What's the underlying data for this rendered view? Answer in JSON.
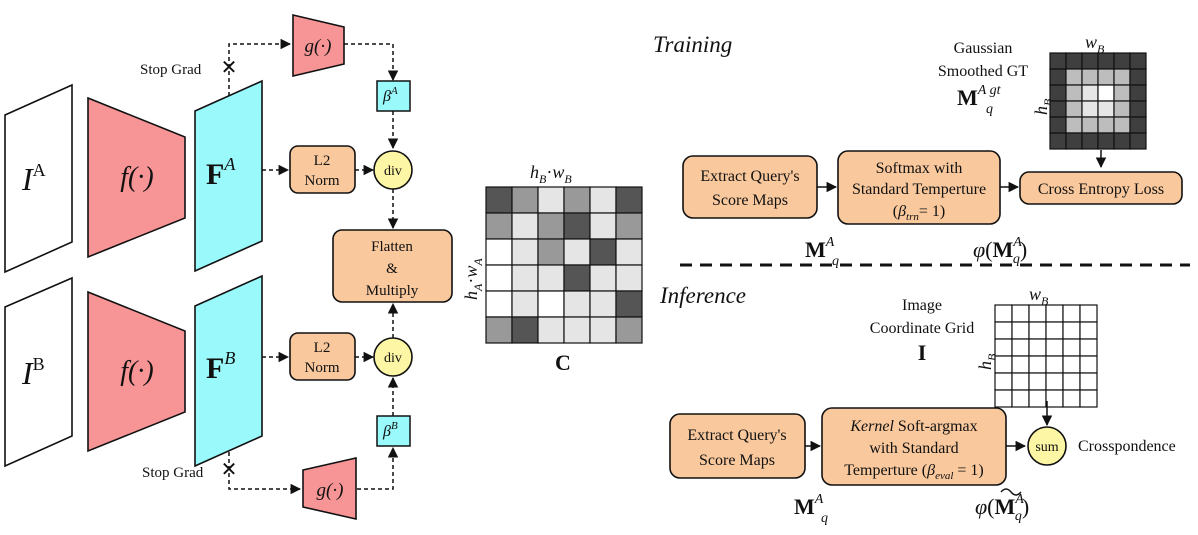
{
  "encoder": {
    "input_a": "I",
    "input_a_sup": "A",
    "input_b": "I",
    "input_b_sup": "B",
    "f_label": "f(·)",
    "feat_a": "F",
    "feat_a_sup": "A",
    "feat_b": "F",
    "feat_b_sup": "B",
    "stop_grad": "Stop Grad",
    "g_label": "g(·)",
    "beta_a": "β",
    "beta_a_sup": "A",
    "beta_b": "β",
    "beta_b_sup": "B",
    "l2_line1": "L2",
    "l2_line2": "Norm",
    "div_label": "div",
    "flatten_line1": "Flatten",
    "flatten_line2": "&",
    "flatten_line3": "Multiply"
  },
  "corr_matrix": {
    "top_label": "h_B · w_B",
    "top_h": "h",
    "top_hsub": "B",
    "top_dot": "·",
    "top_w": "w",
    "top_wsub": "B",
    "side_h": "h",
    "side_hsub": "A",
    "side_dot": "·",
    "side_w": "w",
    "side_wsub": "A",
    "name": "C",
    "colors": {
      "dark": "#555555",
      "mid": "#999999",
      "light": "#e5e5e5",
      "white": "#ffffff"
    },
    "cells": [
      [
        "dark",
        "mid",
        "light",
        "mid",
        "light",
        "dark"
      ],
      [
        "mid",
        "light",
        "mid",
        "dark",
        "light",
        "mid"
      ],
      [
        "white",
        "light",
        "mid",
        "light",
        "dark",
        "light"
      ],
      [
        "white",
        "light",
        "light",
        "dark",
        "light",
        "light"
      ],
      [
        "white",
        "light",
        "white",
        "light",
        "light",
        "dark"
      ],
      [
        "mid",
        "dark",
        "light",
        "light",
        "light",
        "mid"
      ]
    ]
  },
  "training": {
    "title": "Training",
    "gt_line1": "Gaussian",
    "gt_line2": "Smoothed GT",
    "gt_sym": "M",
    "gt_sup": "A gt",
    "gt_sub": "q",
    "grid_top_w": "w",
    "grid_top_wsub": "B",
    "grid_side_h": "h",
    "grid_side_hsub": "B",
    "gt_colors": {
      "outer": "#3f3f3f",
      "ring": "#bdbdbd",
      "inner": "#e6e6e6",
      "center": "#ffffff"
    },
    "extract_line1": "Extract Query's",
    "extract_line2": "Score Maps",
    "softmax_line1": "Softmax with",
    "softmax_line2": "Standard Temperture",
    "softmax_line3": "(β_trn = 1)",
    "softmax_beta": "β",
    "softmax_beta_sub": "trn",
    "softmax_eq": "= 1)",
    "ce_label": "Cross Entropy Loss",
    "mq_sym": "M",
    "mq_sup": "A",
    "mq_sub": "q",
    "phi_prefix": "φ(M",
    "phi_sup": "A",
    "phi_sub": "q",
    "phi_suffix": ")"
  },
  "inference": {
    "title": "Inference",
    "grid_line1": "Image",
    "grid_line2": "Coordinate Grid",
    "grid_sym": "I",
    "grid_top_w": "w",
    "grid_top_wsub": "B",
    "grid_side_h": "h",
    "grid_side_hsub": "B",
    "extract_line1": "Extract Query's",
    "extract_line2": "Score Maps",
    "kernel_word": "Kernel",
    "kernel_rest": " Soft-argmax",
    "kernel_line2": "with Standard",
    "kernel_line3_prefix": "Temperture (",
    "kernel_beta": "β",
    "kernel_beta_sub": "eval",
    "kernel_eq": " = 1)",
    "sum_label": "sum",
    "output_label": "Crosspondence",
    "mq_sym": "M",
    "mq_sup": "A",
    "mq_sub": "q",
    "phi_prefix": "φ(M",
    "phi_sup": "A",
    "phi_sub": "q",
    "phi_suffix": ")"
  }
}
